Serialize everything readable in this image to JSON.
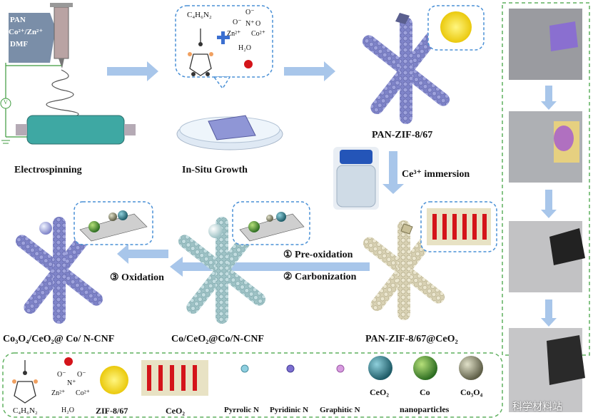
{
  "syringe_text": [
    "PAN",
    "Co²⁺/Zn²⁺",
    "DMF"
  ],
  "voltage_symbol": "V",
  "steps": {
    "electrospinning": "Electrospinning",
    "in_situ_growth": "In-Situ Growth",
    "ce_immersion": "Ce³⁺ immersion",
    "pre_oxidation": "① Pre-oxidation",
    "carbonization": "② Carbonization",
    "oxidation": "③ Oxidation"
  },
  "bubble_chem": {
    "formula": "C₄H₆N₂",
    "nitrate_o_top": "O⁻",
    "nitrate_o_left": "O⁻",
    "nitrate_n": "N⁺",
    "nitrate_o_right": "O",
    "zn": "Zn²⁺",
    "co": "Co²⁺",
    "water": "H₂O"
  },
  "products": {
    "pan_zif": "PAN-ZIF-8/67",
    "pan_zif_ceo2": "PAN-ZIF-8/67@CeO₂",
    "co_ceo2": "Co/CeO₂@Co/N-CNF",
    "co3o4": "Co₃O₄/CeO₂@ Co/ N-CNF"
  },
  "legend": {
    "formula": "C₄H₆N₂",
    "zn": "Zn²⁺",
    "co_ion": "Co²⁺",
    "water": "H₂O",
    "nitrate_o1": "O⁻",
    "nitrate_o2": "O⁻",
    "nitrate_n": "N⁺",
    "zif": "ZIF-8/67",
    "ceo2_struct": "CeO₂",
    "pyrrolic": "Pyrrolic N",
    "pyridinic": "Pyridinic N",
    "graphitic": "Graphitic N",
    "ceo2": "CeO₂",
    "co": "Co",
    "co3o4": "Co₃O₄",
    "nanoparticles": "nanoparticles"
  },
  "watermark": "科学材料站",
  "colors": {
    "fiber_blue": "#7f84c9",
    "fiber_teal": "#9fc3c6",
    "fiber_beige": "#d9d2b4",
    "arrow": "#a8c6ea",
    "dash_blue": "#4a90d6",
    "dash_green": "#5fb05f",
    "ceo2_ball": "#3a7f8f",
    "co_ball": "#5aa24a",
    "co3o4_ball": "#9a9a80",
    "red": "#d4141a"
  }
}
